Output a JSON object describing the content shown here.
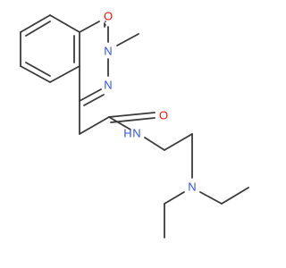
{
  "molecule": {
    "colors": {
      "bond": "#3a3a3a",
      "carbon": "#3a3a3a",
      "oxygen": "#ff0d0d",
      "nitrogen": "#3050f8"
    },
    "labels": {
      "oxygen_ring": "O",
      "nitrogen_ring_methyl": "N",
      "nitrogen_ring": "N",
      "oxygen_amide": "O",
      "amide_nh": "N",
      "amide_h": "H",
      "amine_n": "N"
    }
  }
}
